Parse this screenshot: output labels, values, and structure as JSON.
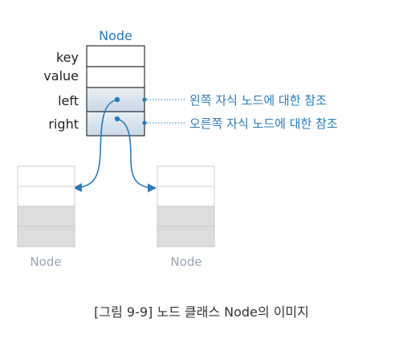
{
  "main_node": {
    "title": "Node",
    "fields": [
      "key",
      "value",
      "left",
      "right"
    ]
  },
  "left_child": {
    "title": "Node"
  },
  "right_child": {
    "title": "Node"
  },
  "annotations": {
    "left_ref": "왼쪽 자식 노드에 대한 참조",
    "right_ref": "오른쪽 자식 노드에 대한 참조"
  },
  "caption": "[그림 9-9] 노드 클래스 Node의 이미지",
  "colors": {
    "accent_blue": "#2a7bb8",
    "pointer_cell": "#dce6f0",
    "child_lower_cell": "#dddddd",
    "child_title": "#9aa7b6"
  }
}
